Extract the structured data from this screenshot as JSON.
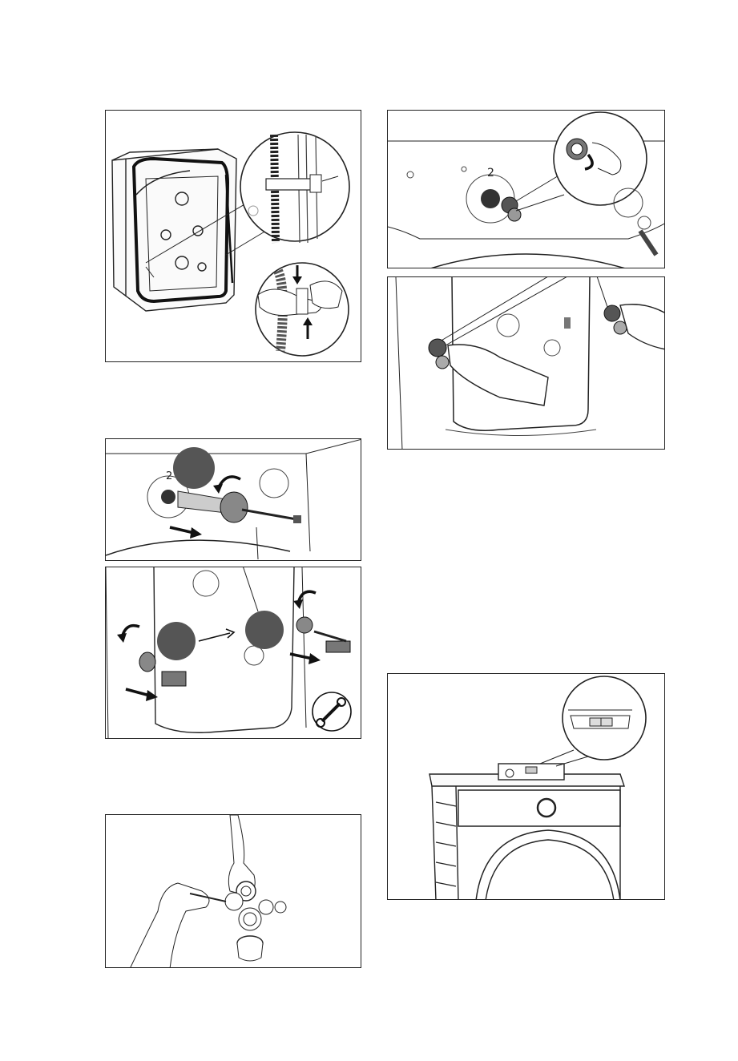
{
  "figures": {
    "back_hose_clip": {
      "icons": [
        "washer-back-icon",
        "hose-clip-icon",
        "hand-icon",
        "arrow-down-icon",
        "arrow-up-icon"
      ]
    },
    "transit_bolts": {
      "rear_labels": [
        "2"
      ],
      "icons": [
        "transit-bolt-icon",
        "rotate-ccw-icon",
        "arrow-right-icon",
        "spanner-icon"
      ],
      "step_badge_count": 3
    },
    "plug_caps_kit": {
      "icons": [
        "hand-icon",
        "plug-cap-icon",
        "bag-icon"
      ]
    },
    "insert_caps": {
      "rear_labels": [
        "2"
      ],
      "icons": [
        "plug-cap-icon",
        "hand-icon",
        "rotate-cw-icon"
      ]
    },
    "levelling": {
      "icons": [
        "spirit-level-icon",
        "washer-front-icon"
      ]
    }
  }
}
